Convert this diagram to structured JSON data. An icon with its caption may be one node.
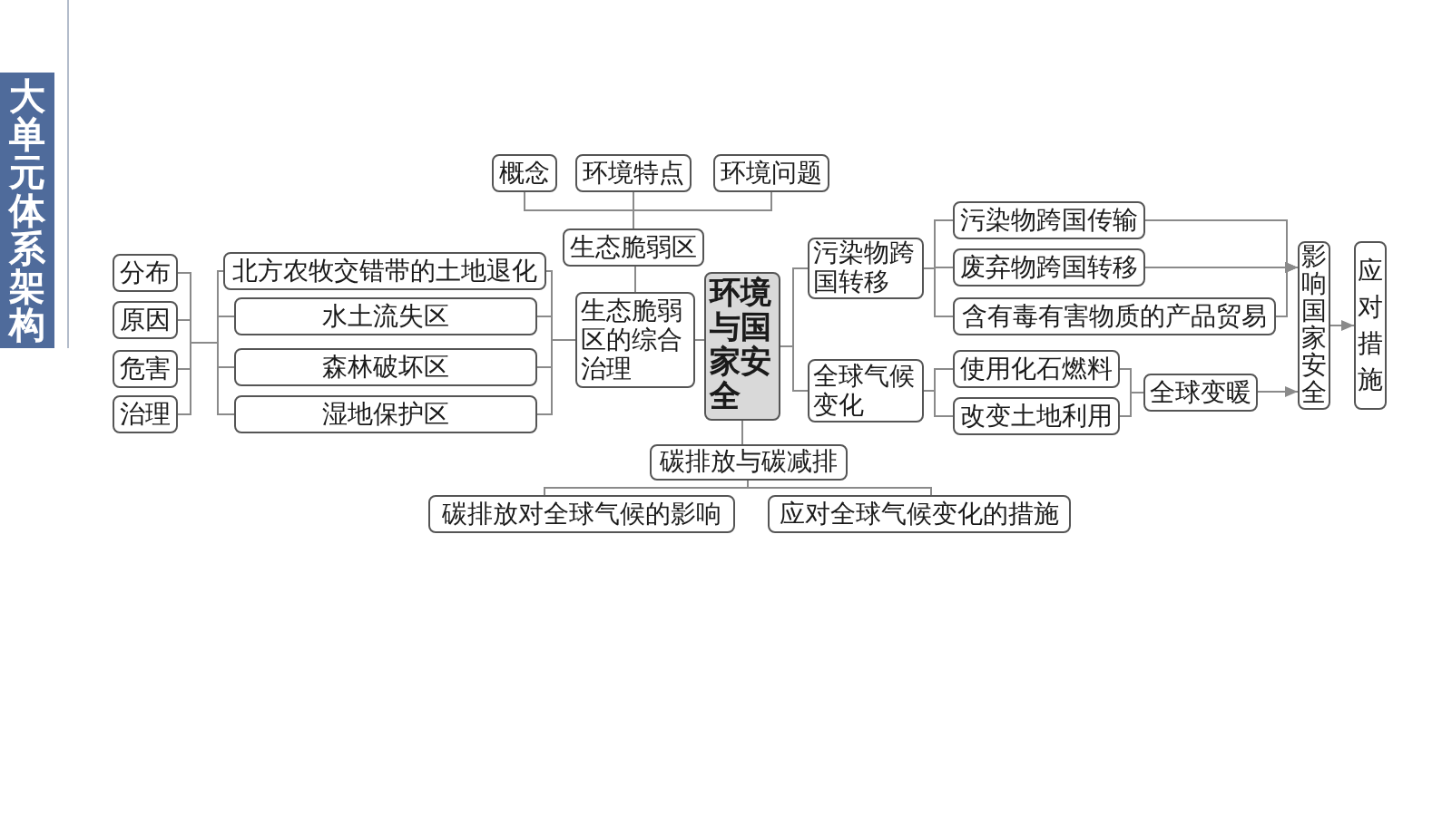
{
  "diagram": {
    "title": "大单元体系架构",
    "nodes": [
      {
        "text": [
          "概念"
        ]
      },
      {
        "text": [
          "环境特点"
        ]
      },
      {
        "text": [
          "环境问题"
        ]
      },
      {
        "text": [
          "生态脆弱区"
        ]
      },
      {
        "text": [
          "分布"
        ]
      },
      {
        "text": [
          "原因"
        ]
      },
      {
        "text": [
          "危害"
        ]
      },
      {
        "text": [
          "治理"
        ]
      },
      {
        "text": [
          "北方农牧交错带的土地退化"
        ]
      },
      {
        "text": [
          "水土流失区"
        ]
      },
      {
        "text": [
          "森林破坏区"
        ]
      },
      {
        "text": [
          "湿地保护区"
        ]
      },
      {
        "text": [
          "生态脆弱区的综合治理"
        ]
      },
      {
        "text": [
          "环境与国家安全"
        ]
      },
      {
        "text": [
          "污染物跨国转移"
        ]
      },
      {
        "text": [
          "全球气候变化"
        ]
      },
      {
        "text": [
          "污染物跨国传输"
        ]
      },
      {
        "text": [
          "废弃物跨国转移"
        ]
      },
      {
        "text": [
          "含有毒有害物质的产品贸易"
        ]
      },
      {
        "text": [
          "使用化石燃料"
        ]
      },
      {
        "text": [
          "改变土地利用"
        ]
      },
      {
        "text": [
          "全球变暖"
        ]
      },
      {
        "text": [
          "影响国家安全"
        ]
      },
      {
        "text": [
          "应对措施"
        ]
      },
      {
        "text": [
          "碳排放与碳减排"
        ]
      },
      {
        "text": [
          "碳排放对全球气候的影响"
        ]
      },
      {
        "text": [
          "应对全球气候变化的措施"
        ]
      }
    ],
    "edges": [
      {
        "from": 3,
        "to": 0,
        "arrow": "none"
      },
      {
        "from": 3,
        "to": 1,
        "arrow": "none"
      },
      {
        "from": 3,
        "to": 2,
        "arrow": "none"
      },
      {
        "from": 3,
        "to": 12,
        "arrow": "none"
      },
      {
        "from": 4,
        "to": 8,
        "arrow": "none"
      },
      {
        "from": 4,
        "to": 9,
        "arrow": "none"
      },
      {
        "from": 4,
        "to": 10,
        "arrow": "none"
      },
      {
        "from": 4,
        "to": 11,
        "arrow": "none"
      },
      {
        "from": 5,
        "to": 8,
        "arrow": "none"
      },
      {
        "from": 5,
        "to": 9,
        "arrow": "none"
      },
      {
        "from": 5,
        "to": 10,
        "arrow": "none"
      },
      {
        "from": 5,
        "to": 11,
        "arrow": "none"
      },
      {
        "from": 6,
        "to": 8,
        "arrow": "none"
      },
      {
        "from": 6,
        "to": 9,
        "arrow": "none"
      },
      {
        "from": 6,
        "to": 10,
        "arrow": "none"
      },
      {
        "from": 6,
        "to": 11,
        "arrow": "none"
      },
      {
        "from": 7,
        "to": 8,
        "arrow": "none"
      },
      {
        "from": 7,
        "to": 9,
        "arrow": "none"
      },
      {
        "from": 7,
        "to": 10,
        "arrow": "none"
      },
      {
        "from": 7,
        "to": 11,
        "arrow": "none"
      },
      {
        "from": 8,
        "to": 12,
        "arrow": "none"
      },
      {
        "from": 9,
        "to": 12,
        "arrow": "none"
      },
      {
        "from": 10,
        "to": 12,
        "arrow": "none"
      },
      {
        "from": 11,
        "to": 12,
        "arrow": "none"
      },
      {
        "from": 12,
        "to": 13,
        "arrow": "none"
      },
      {
        "from": 13,
        "to": 14,
        "arrow": "none"
      },
      {
        "from": 13,
        "to": 15,
        "arrow": "none"
      },
      {
        "from": 14,
        "to": 16,
        "arrow": "none"
      },
      {
        "from": 14,
        "to": 17,
        "arrow": "none"
      },
      {
        "from": 14,
        "to": 18,
        "arrow": "none"
      },
      {
        "from": 15,
        "to": 19,
        "arrow": "none"
      },
      {
        "from": 15,
        "to": 20,
        "arrow": "none"
      },
      {
        "from": 16,
        "to": 22,
        "arrow": "to"
      },
      {
        "from": 17,
        "to": 22,
        "arrow": "to"
      },
      {
        "from": 18,
        "to": 22,
        "arrow": "to"
      },
      {
        "from": 19,
        "to": 21,
        "arrow": "none"
      },
      {
        "from": 20,
        "to": 21,
        "arrow": "none"
      },
      {
        "from": 21,
        "to": 22,
        "arrow": "to"
      },
      {
        "from": 22,
        "to": 23,
        "arrow": "to"
      },
      {
        "from": 13,
        "to": 24,
        "arrow": "none"
      },
      {
        "from": 24,
        "to": 25,
        "arrow": "none"
      },
      {
        "from": 24,
        "to": 26,
        "arrow": "none"
      }
    ]
  }
}
